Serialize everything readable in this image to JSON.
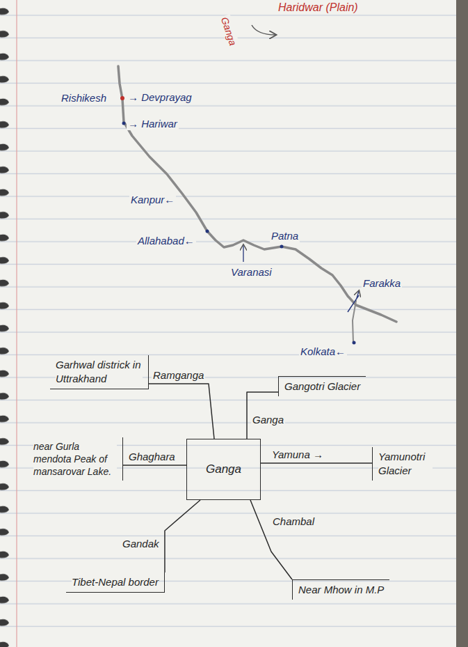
{
  "diagram": {
    "nodes": [
      {
        "text": [
          "Ganga"
        ]
      },
      {
        "text": [
          "Garhwal districk in Uttrakhand"
        ]
      },
      {
        "text": [
          "Gangotri Glacier"
        ]
      },
      {
        "text": [
          "near Gurla mendota Peak of mansarovar Lake."
        ]
      },
      {
        "text": [
          "Yamunotri Glacier"
        ]
      },
      {
        "text": [
          "Tibet-Nepal border"
        ]
      },
      {
        "text": [
          "Near Mhow in M.P"
        ]
      }
    ],
    "edges": [
      {
        "from": 0,
        "to": 1,
        "label": "Ramganga",
        "arrow": "none"
      },
      {
        "from": 0,
        "to": 2,
        "label": "Ganga",
        "arrow": "none"
      },
      {
        "from": 0,
        "to": 3,
        "label": "Ghaghara",
        "arrow": "none"
      },
      {
        "from": 0,
        "to": 4,
        "label": "Yamuna →",
        "arrow": "none"
      },
      {
        "from": 0,
        "to": 5,
        "label": "Gandak",
        "arrow": "none"
      },
      {
        "from": 0,
        "to": 6,
        "label": "Chambal",
        "arrow": "none"
      }
    ],
    "labels": [
      "Haridwar (Plain)",
      "Ganga",
      "Rishikesh",
      "→ Devprayag",
      "→ Hariwar",
      "Kanpur←",
      "Allahabad←",
      "Varanasi",
      "Patna",
      "Farakka",
      "Kolkata←"
    ]
  }
}
